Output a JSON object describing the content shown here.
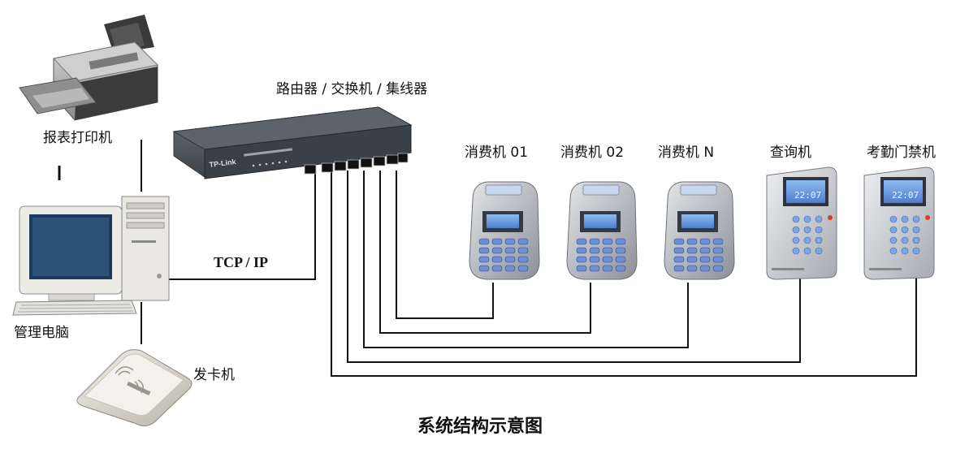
{
  "labels": {
    "switch": "路由器 / 交换机 / 集线器",
    "printer": "报表打印机",
    "pc": "管理电脑",
    "card_issuer": "发卡机",
    "protocol": "TCP / IP",
    "pos_terminal_1": "消费机 01",
    "pos_terminal_2": "消费机 02",
    "pos_terminal_n": "消费机 N",
    "query_terminal": "查询机",
    "attendance_access": "考勤门禁机",
    "caption": "系统结构示意图"
  },
  "devices": {
    "switch_brand": "TP-Link",
    "terminal_screen_time": "22:07"
  },
  "colors": {
    "wire": "#111111",
    "switch_body": "#4a5058",
    "terminal_body": "#b9bcc0",
    "screen": "#6fa3e0",
    "key": "#6c8fd8"
  }
}
